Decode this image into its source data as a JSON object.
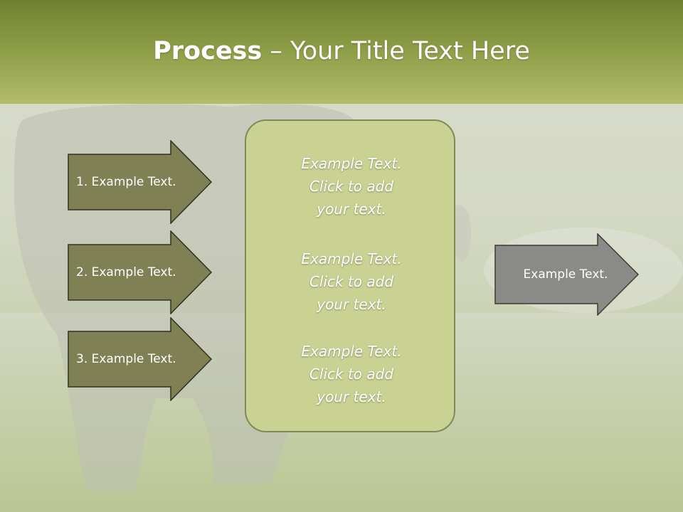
{
  "title": {
    "bold": "Process",
    "rest": " – Your Title Text Here"
  },
  "left_steps": [
    "1. Example Text.",
    "2. Example Text.",
    "3. Example Text."
  ],
  "center_items": [
    [
      "Example Text.",
      "Click  to add",
      "your text."
    ],
    [
      "Example Text.",
      "Click  to add",
      "your text."
    ],
    [
      "Example Text.",
      "Click  to add",
      "your text."
    ]
  ],
  "right_arrow": "Example Text.",
  "colors": {
    "header_top": "#6f7f2e",
    "header_bottom": "#b2bd6c",
    "step_arrow_fill": "#7f8155",
    "center_box_fill": "#c9d193",
    "right_arrow_fill": "#8a8a86"
  },
  "background_image": "rhinoceros-on-grass"
}
